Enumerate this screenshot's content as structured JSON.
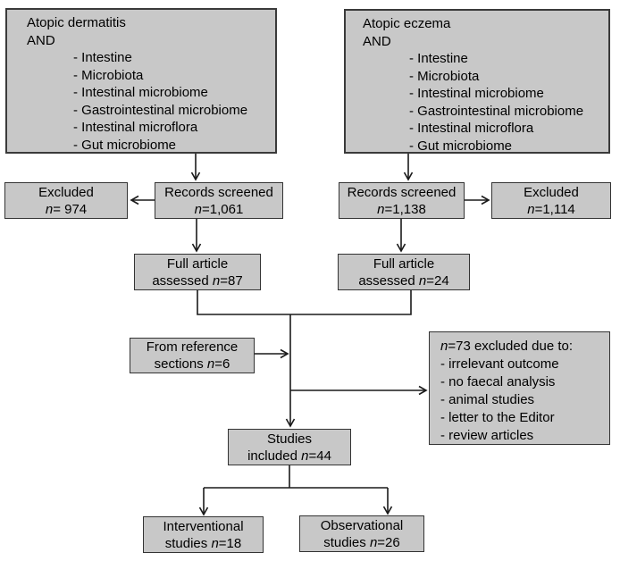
{
  "figure": {
    "type": "flowchart",
    "background_color": "#ffffff",
    "box_fill_color": "#c8c8c8",
    "box_border_color": "#333333",
    "connector_color": "#1a1a1a",
    "boxes": {
      "query_dermatitis": {
        "lines": [
          {
            "t": "Atopic dermatitis"
          },
          {
            "t": "AND"
          },
          {
            "t": "- Intestine",
            "indent": true
          },
          {
            "t": "- Microbiota",
            "indent": true
          },
          {
            "t": "- Intestinal microbiome",
            "indent": true
          },
          {
            "t": "- Gastrointestinal microbiome",
            "indent": true
          },
          {
            "t": "- Intestinal microflora",
            "indent": true
          },
          {
            "t": "- Gut microbiome",
            "indent": true
          }
        ]
      },
      "query_eczema": {
        "lines": [
          {
            "t": "Atopic eczema"
          },
          {
            "t": "AND"
          },
          {
            "t": "- Intestine",
            "indent": true
          },
          {
            "t": "- Microbiota",
            "indent": true
          },
          {
            "t": "- Intestinal microbiome",
            "indent": true
          },
          {
            "t": "- Gastrointestinal microbiome",
            "indent": true
          },
          {
            "t": "- Intestinal microflora",
            "indent": true
          },
          {
            "t": "- Gut microbiome",
            "indent": true
          }
        ]
      },
      "excluded_dermatitis": {
        "lines": [
          {
            "t": "Excluded"
          },
          {
            "t": "*n*= 974"
          }
        ]
      },
      "records_screened_dermatitis": {
        "lines": [
          {
            "t": "Records screened"
          },
          {
            "t": "*n*=1,061"
          }
        ]
      },
      "records_screened_eczema": {
        "lines": [
          {
            "t": "Records screened"
          },
          {
            "t": "*n*=1,138"
          }
        ]
      },
      "excluded_eczema": {
        "lines": [
          {
            "t": "Excluded"
          },
          {
            "t": "*n*=1,114"
          }
        ]
      },
      "full_article_dermatitis": {
        "lines": [
          {
            "t": "Full article"
          },
          {
            "t": "assessed *n*=87"
          }
        ]
      },
      "full_article_eczema": {
        "lines": [
          {
            "t": "Full article"
          },
          {
            "t": "assessed *n*=24"
          }
        ]
      },
      "reference_sections": {
        "lines": [
          {
            "t": "From reference"
          },
          {
            "t": "sections *n*=6"
          }
        ]
      },
      "exclusion_reasons": {
        "lines": [
          {
            "t": "*n*=73 excluded due to:"
          },
          {
            "t": "- irrelevant outcome"
          },
          {
            "t": "- no faecal analysis"
          },
          {
            "t": "- animal studies"
          },
          {
            "t": "- letter to the Editor"
          },
          {
            "t": "- review articles"
          }
        ]
      },
      "studies_included": {
        "lines": [
          {
            "t": "Studies"
          },
          {
            "t": "included *n*=44"
          }
        ]
      },
      "interventional_studies": {
        "lines": [
          {
            "t": "Interventional"
          },
          {
            "t": "studies *n*=18"
          }
        ]
      },
      "observational_studies": {
        "lines": [
          {
            "t": "Observational"
          },
          {
            "t": "studies *n*=26"
          }
        ]
      }
    }
  }
}
